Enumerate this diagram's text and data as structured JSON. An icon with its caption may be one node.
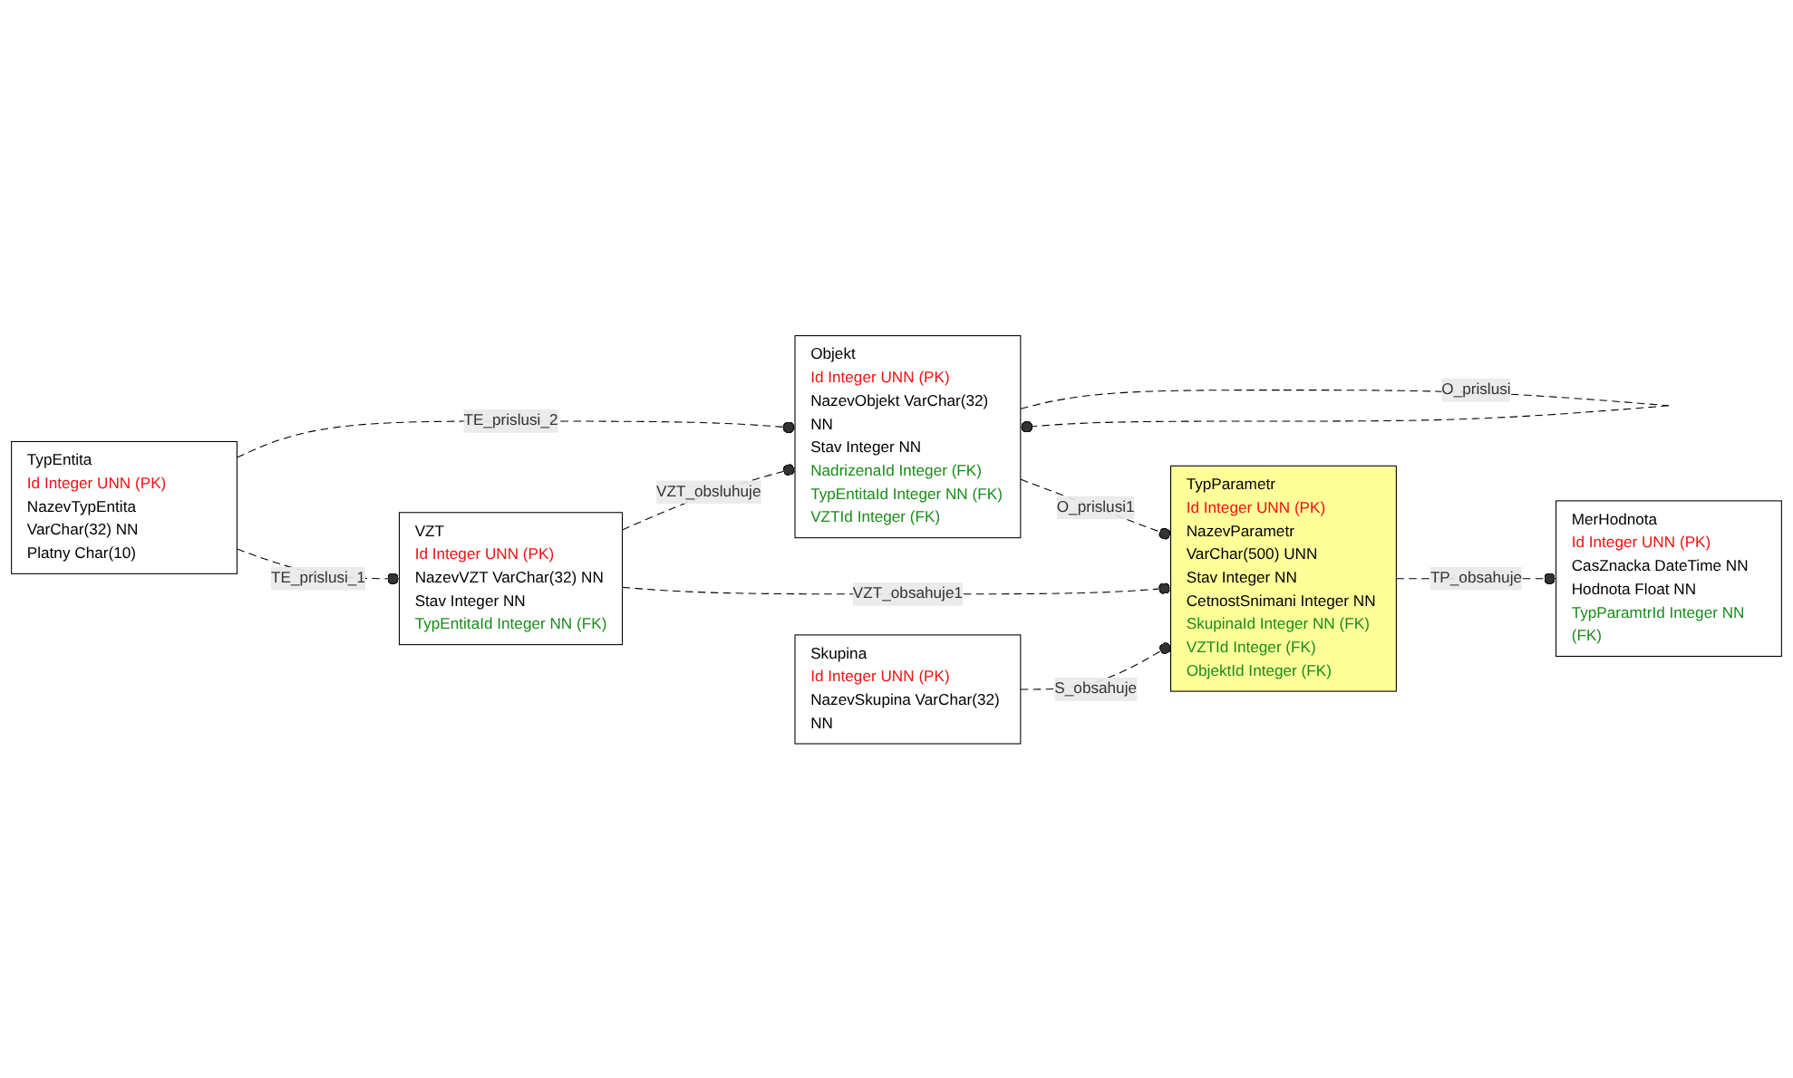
{
  "diagram": {
    "nodes": [
      {
        "text": [
          "Objekt",
          "Id Integer UNN (PK)",
          "NazevObjekt VarChar(32) NN",
          "Stav Integer NN",
          "NadrizenaId Integer (FK)",
          "TypEntitaId Integer NN (FK)",
          "VZTId Integer (FK)"
        ]
      },
      {
        "text": [
          "TypEntita",
          "Id Integer UNN (PK)",
          "NazevTypEntita VarChar(32) NN",
          "Platny Char(10)"
        ]
      },
      {
        "text": [
          "TypParametr",
          "Id Integer UNN (PK)",
          "NazevParametr VarChar(500) UNN",
          "Stav Integer NN",
          "CetnostSnimani Integer NN",
          "SkupinaId Integer NN (FK)",
          "VZTId Integer (FK)",
          "ObjektId Integer (FK)"
        ]
      },
      {
        "text": [
          "VZT",
          "Id Integer UNN (PK)",
          "NazevVZT VarChar(32) NN",
          "Stav Integer NN",
          "TypEntitaId Integer NN (FK)"
        ]
      },
      {
        "text": [
          "Skupina",
          "Id Integer UNN (PK)",
          "NazevSkupina VarChar(32) NN"
        ]
      },
      {
        "text": [
          "MerHodnota",
          "Id Integer UNN (PK)",
          "CasZnacka DateTime NN",
          "Hodnota Float NN",
          "TypParamtrId Integer NN (FK)"
        ]
      }
    ],
    "edges": [
      {
        "from": 1,
        "to": 0,
        "arrow": "other",
        "label": "TE_prislusi_2",
        "style": "dashed"
      },
      {
        "from": 0,
        "to": 0,
        "arrow": "other",
        "label": "O_prislusi",
        "style": "dashed"
      },
      {
        "from": 0,
        "to": 2,
        "arrow": "other",
        "label": "O_prislusi1",
        "style": "dashed"
      },
      {
        "from": 1,
        "to": 3,
        "arrow": "other",
        "label": "TE_prislusi_1",
        "style": "dashed"
      },
      {
        "from": 3,
        "to": 0,
        "arrow": "other",
        "label": "VZT_obsluhuje",
        "style": "dashed"
      },
      {
        "from": 3,
        "to": 2,
        "arrow": "other",
        "label": "VZT_obsahuje1",
        "style": "dashed"
      },
      {
        "from": 4,
        "to": 2,
        "arrow": "other",
        "label": "S_obsahuje",
        "style": "dashed"
      },
      {
        "from": 2,
        "to": 5,
        "arrow": "other",
        "label": "TP_obsahuje",
        "style": "dashed"
      }
    ]
  }
}
